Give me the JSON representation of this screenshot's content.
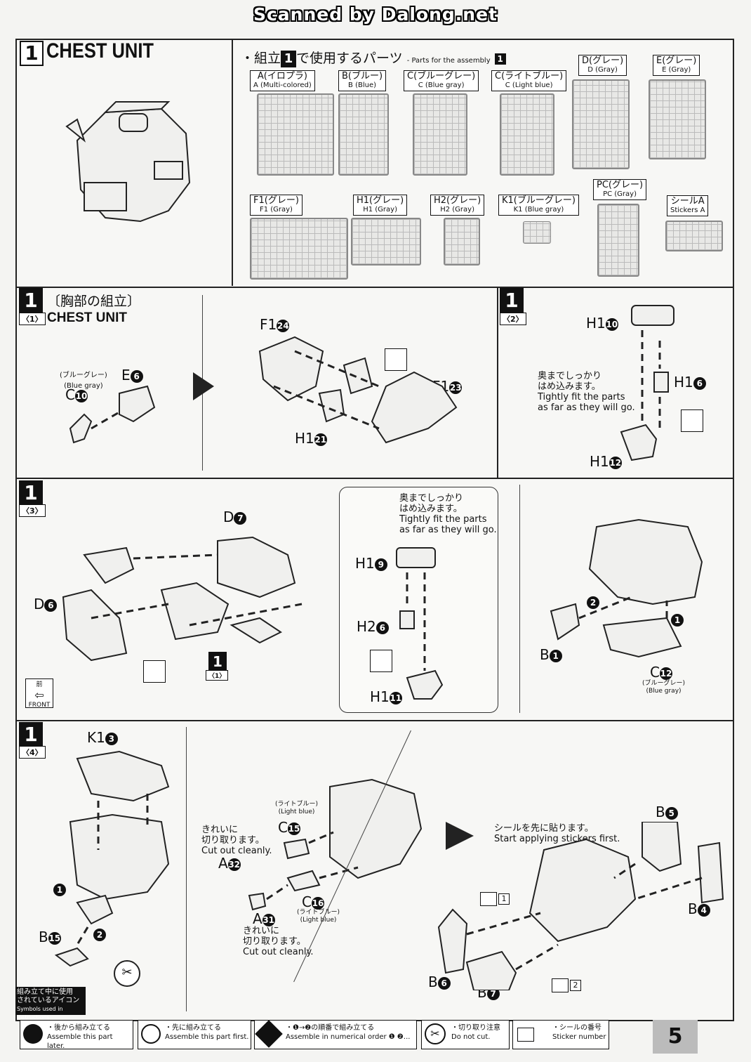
{
  "header": {
    "scanned": "Scanned by Dalong.net"
  },
  "section_title": {
    "step": "1",
    "name": "CHEST UNIT"
  },
  "parts_heading": {
    "jp_prefix": "・組立",
    "jp_num": "1",
    "jp_suffix": "で使用するパーツ",
    "en": "- Parts for the assembly",
    "en_num": "1"
  },
  "runners": [
    {
      "jp": "A(イロプラ)",
      "en": "A (Multi-colored)"
    },
    {
      "jp": "B(ブルー)",
      "en": "B (Blue)"
    },
    {
      "jp": "C(ブルーグレー)",
      "en": "C (Blue gray)"
    },
    {
      "jp": "C(ライトブルー)",
      "en": "C (Light blue)"
    },
    {
      "jp": "D(グレー)",
      "en": "D (Gray)"
    },
    {
      "jp": "E(グレー)",
      "en": "E (Gray)"
    },
    {
      "jp": "F1(グレー)",
      "en": "F1 (Gray)"
    },
    {
      "jp": "H1(グレー)",
      "en": "H1 (Gray)"
    },
    {
      "jp": "H2(グレー)",
      "en": "H2 (Gray)"
    },
    {
      "jp": "K1(ブルーグレー)",
      "en": "K1 (Blue gray)"
    },
    {
      "jp": "PC(グレー)",
      "en": "PC (Gray)"
    },
    {
      "jp": "シールA",
      "en": "Stickers A"
    }
  ],
  "step1": {
    "num": "1",
    "sub": "〈1〉",
    "jp": "〔胸部の組立〕",
    "en": "CHEST UNIT",
    "labels": {
      "c10_jp": "(ブルーグレー)",
      "c10_en": "(Blue gray)",
      "c10": "C",
      "c10n": "10",
      "e6": "E",
      "e6n": "6",
      "f124": "F1",
      "f124n": "24",
      "f123": "F1",
      "f123n": "23",
      "h121": "H1",
      "h121n": "21"
    }
  },
  "step2": {
    "num": "1",
    "sub": "〈2〉",
    "h110": "H1",
    "h110n": "10",
    "h16": "H1",
    "h16n": "6",
    "h112": "H1",
    "h112n": "12",
    "note_jp1": "奥までしっかり",
    "note_jp2": "はめ込みます。",
    "note_en1": "Tightly fit the parts",
    "note_en2": "as far as they will go."
  },
  "step3": {
    "num": "1",
    "sub": "〈3〉",
    "d7": "D",
    "d7n": "7",
    "d6": "D",
    "d6n": "6",
    "ref_num": "1",
    "ref_sub": "〈1〉",
    "front_jp": "前",
    "front_en": "FRONT",
    "h19": "H1",
    "h19n": "9",
    "h26": "H2",
    "h26n": "6",
    "h111": "H1",
    "h111n": "11",
    "note_jp1": "奥までしっかり",
    "note_jp2": "はめ込みます。",
    "note_en1": "Tightly fit the parts",
    "note_en2": "as far as they will go.",
    "b1": "B",
    "b1n": "1",
    "c12": "C",
    "c12n": "12",
    "c12_jp": "(ブルーグレー)",
    "c12_en": "(Blue gray)",
    "arrow1": "1",
    "arrow2": "2"
  },
  "step4": {
    "num": "1",
    "sub": "〈4〉",
    "k13": "K1",
    "k13n": "3",
    "b15": "B",
    "b15n": "15",
    "c15_jp": "(ライトブルー)",
    "c15_en": "(Light blue)",
    "c15": "C",
    "c15n": "15",
    "c16": "C",
    "c16n": "16",
    "c16_jp": "(ライトブルー)",
    "c16_en": "(Light blue)",
    "a32": "A",
    "a32n": "32",
    "a31": "A",
    "a31n": "31",
    "cut_jp1": "きれいに",
    "cut_jp2": "切り取ります。",
    "cut_en": "Cut out cleanly.",
    "sticker_jp": "シールを先に貼ります。",
    "sticker_en": "Start applying stickers first.",
    "b5": "B",
    "b5n": "5",
    "b4": "B",
    "b4n": "4",
    "b6": "B",
    "b6n": "6",
    "b7": "B",
    "b7n": "7",
    "s1": "1",
    "s2": "2",
    "arrow1": "1",
    "arrow2": "2"
  },
  "legend": {
    "title_jp1": "組み立て中に使用",
    "title_jp2": "されているアイコン",
    "title_en": "Symbols used in instructions",
    "items": [
      {
        "jp": "・後から組み立てる",
        "en": "Assemble this part later."
      },
      {
        "jp": "・先に組み立てる",
        "en": "Assemble this part first."
      },
      {
        "jp": "・❶→❷の順番で組み立てる",
        "en": "Assemble in numerical order ❶ ❷..."
      },
      {
        "jp": "・切り取り注意",
        "en": "Do not cut."
      },
      {
        "jp": "・シールの番号",
        "en": "Sticker number"
      }
    ]
  },
  "page_number": "5"
}
